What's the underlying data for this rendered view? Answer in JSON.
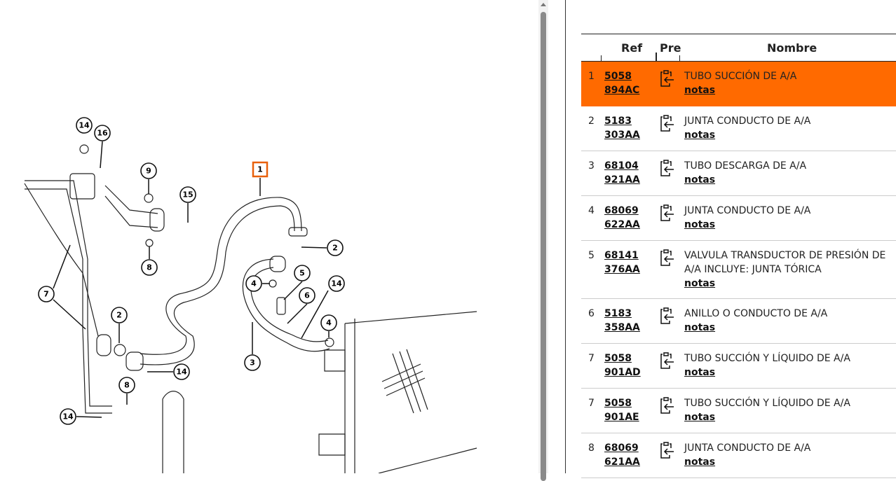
{
  "diagram": {
    "highlight_color": "#e8600a",
    "callouts": [
      "14",
      "16",
      "9",
      "15",
      "8",
      "1",
      "2",
      "4",
      "5",
      "14",
      "6",
      "7",
      "2",
      "3",
      "14",
      "4",
      "8",
      "14"
    ]
  },
  "table": {
    "headers": {
      "ref": "Ref",
      "pre": "Pre",
      "nombre": "Nombre"
    },
    "selected_color": "#ff6a00",
    "rows": [
      {
        "num": "1",
        "ref1": "5058",
        "ref2": "894AC",
        "name": "TUBO SUCCIÓN DE A/A",
        "notes": "notas",
        "selected": true
      },
      {
        "num": "2",
        "ref1": "5183",
        "ref2": "303AA",
        "name": "JUNTA CONDUCTO DE A/A",
        "notes": "notas"
      },
      {
        "num": "3",
        "ref1": "68104",
        "ref2": "921AA",
        "name": "TUBO DESCARGA DE A/A",
        "notes": "notas"
      },
      {
        "num": "4",
        "ref1": "68069",
        "ref2": "622AA",
        "name": "JUNTA CONDUCTO DE A/A",
        "notes": "notas"
      },
      {
        "num": "5",
        "ref1": "68141",
        "ref2": "376AA",
        "name": "VALVULA TRANSDUCTOR DE PRESIÓN DE A/A INCLUYE: JUNTA TÓRICA",
        "notes": "notas"
      },
      {
        "num": "6",
        "ref1": "5183",
        "ref2": "358AA",
        "name": "ANILLO O CONDUCTO DE A/A",
        "notes": "notas"
      },
      {
        "num": "7",
        "ref1": "5058",
        "ref2": "901AD",
        "name": "TUBO SUCCIÓN Y LÍQUIDO DE A/A",
        "notes": "notas"
      },
      {
        "num": "7",
        "ref1": "5058",
        "ref2": "901AE",
        "name": "TUBO SUCCIÓN Y LÍQUIDO DE A/A",
        "notes": "notas"
      },
      {
        "num": "8",
        "ref1": "68069",
        "ref2": "621AA",
        "name": "JUNTA CONDUCTO DE A/A",
        "notes": "notas"
      }
    ]
  }
}
